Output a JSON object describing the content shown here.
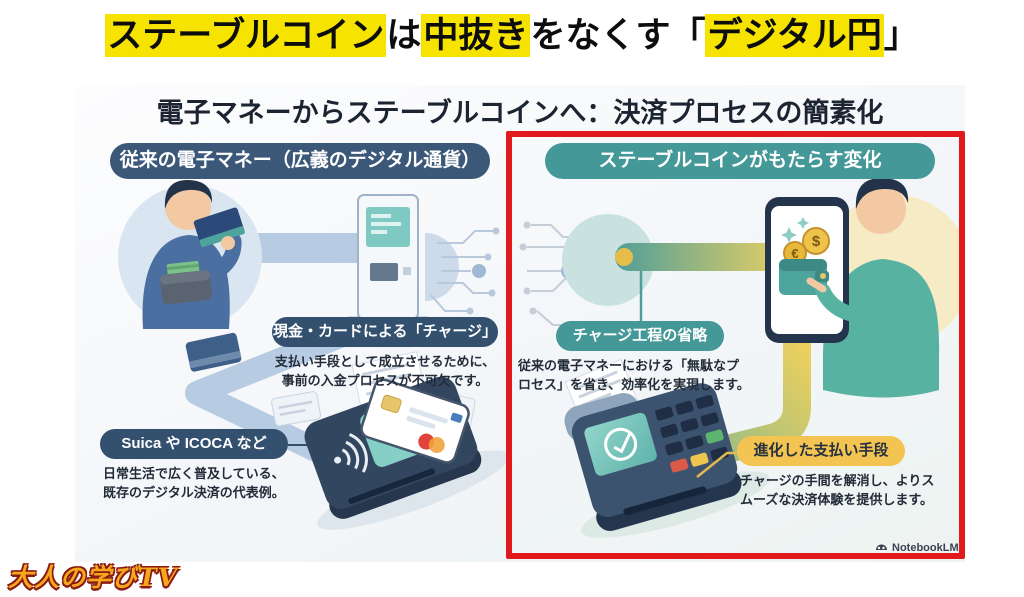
{
  "title": {
    "parts": [
      {
        "text": "ステーブルコイン",
        "highlight": true
      },
      {
        "text": "は",
        "highlight": false
      },
      {
        "text": "中抜き",
        "highlight": true
      },
      {
        "text": "をなくす「",
        "highlight": false
      },
      {
        "text": "デジタル円",
        "highlight": true
      },
      {
        "text": "」",
        "highlight": false
      }
    ]
  },
  "infographic": {
    "subtitle": "電子マネーからステーブルコインへ：決済プロセスの簡素化",
    "left_panel": {
      "header": "従来の電子マネー（広義のデジタル通貨）",
      "charge": {
        "label": "現金・カードによる「チャージ」",
        "desc_line1": "支払い手段として成立させるために、",
        "desc_line2": "事前の入金プロセスが不可欠です。"
      },
      "examples": {
        "label": "Suica や ICOCA など",
        "desc_line1": "日常生活で広く普及している、",
        "desc_line2": "既存のデジタル決済の代表例。"
      }
    },
    "right_panel": {
      "header": "ステーブルコインがもたらす変化",
      "skip_charge": {
        "label": "チャージ工程の省略",
        "desc_line1": "従来の電子マネーにおける「無駄なプ",
        "desc_line2": "ロセス」を省き、効率化を実現します。"
      },
      "evolved_payment": {
        "label": "進化した支払い手段",
        "desc_line1": "チャージの手間を解消し、よりス",
        "desc_line2": "ムーズな決済体験を提供します。"
      }
    },
    "watermark": "NotebookLM",
    "illustration_glyphs": {
      "dollar_coin": "$",
      "euro_coin": "€"
    }
  },
  "channel_logo": "大人の学びTV",
  "colors": {
    "highlight_yellow": "#f6e400",
    "navy_pill": "#3b5878",
    "teal_pill": "#449897",
    "gold_pill": "#f3c451",
    "red_frame": "#e2191c",
    "path_blue": "#b7cce2",
    "flow_yellow": "#ecd05e",
    "flow_teal": "#68b09c"
  }
}
